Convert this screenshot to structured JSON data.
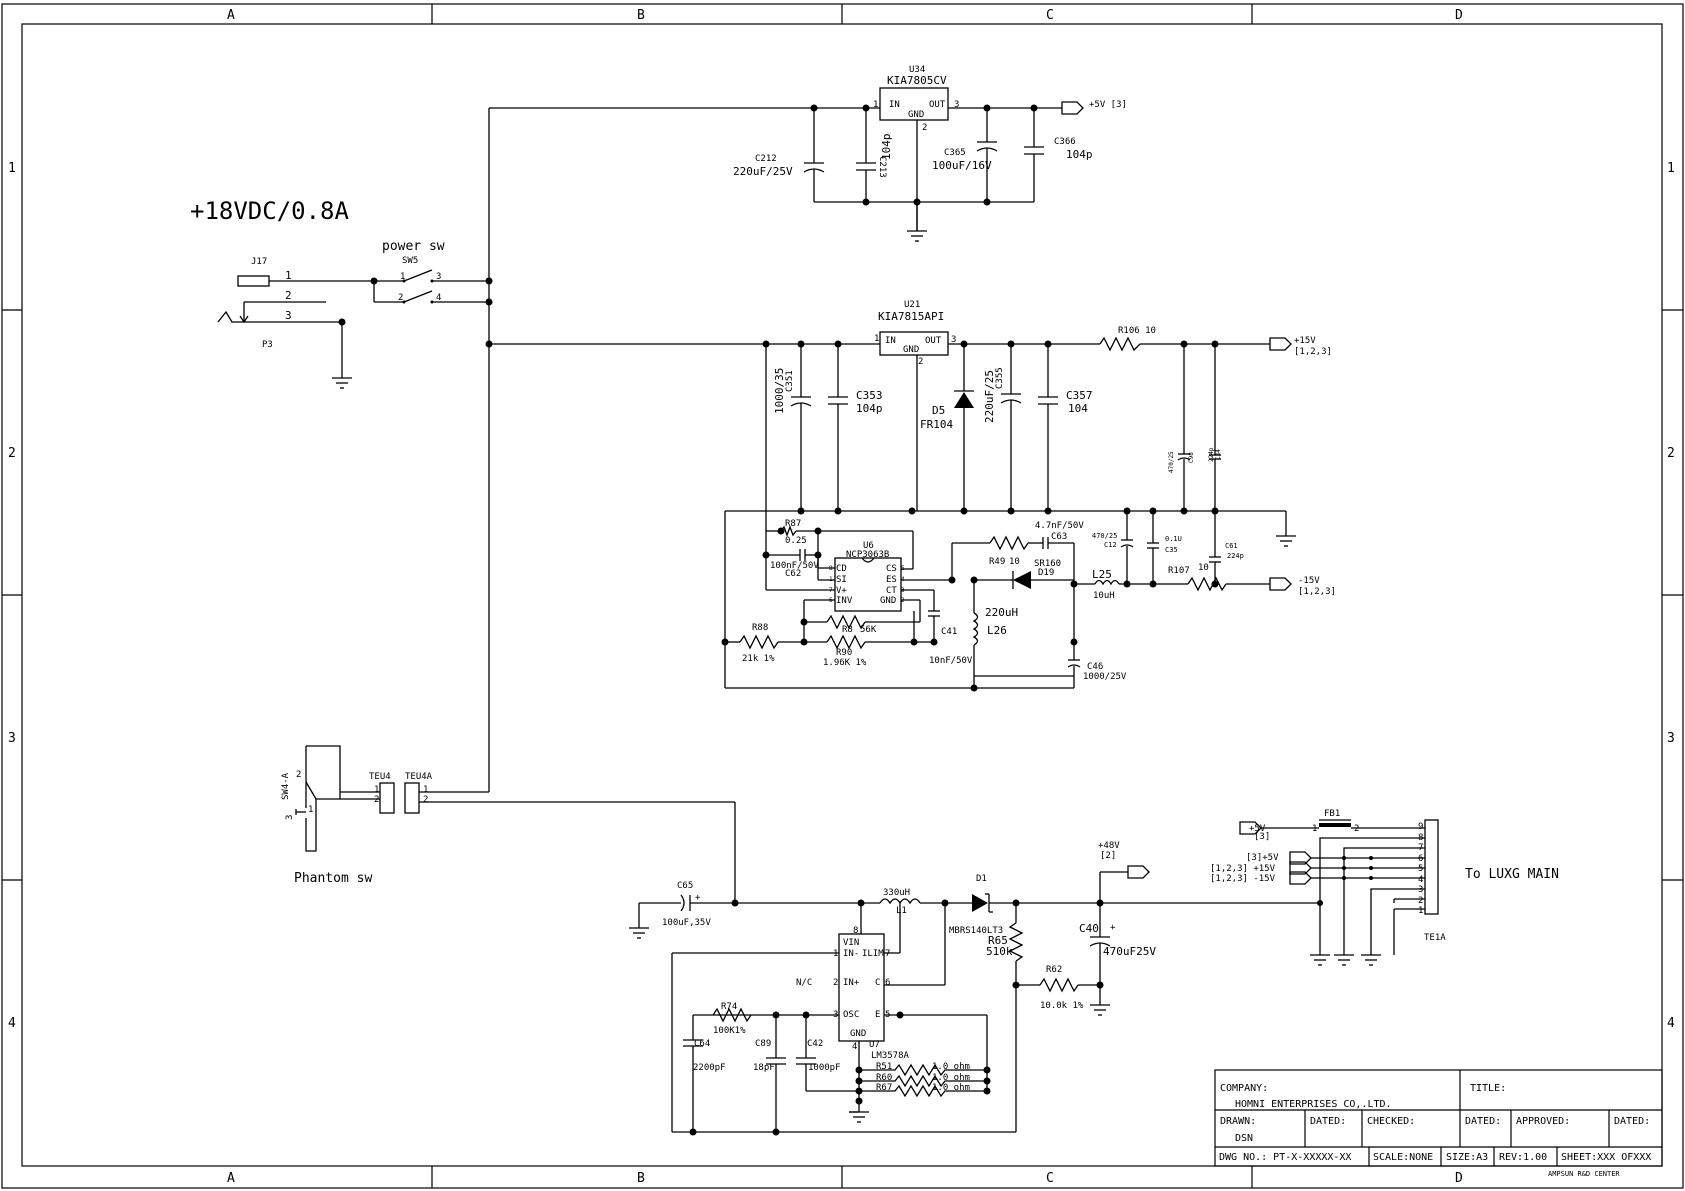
{
  "frame": {
    "columns": [
      "A",
      "B",
      "C",
      "D"
    ],
    "rows": [
      "1",
      "2",
      "3",
      "4"
    ]
  },
  "heading": {
    "supply": "+18VDC/0.8A"
  },
  "power_switch": {
    "title": "power sw",
    "ref": "SW5",
    "pins": [
      "1",
      "3",
      "2",
      "4"
    ]
  },
  "jack": {
    "ref": "J17",
    "ref2": "P3",
    "pins": [
      "1",
      "2",
      "3"
    ]
  },
  "u34": {
    "ref": "U34",
    "part": "KIA7805CV",
    "in": "IN",
    "out": "OUT",
    "gnd": "GND",
    "pin_in": "1",
    "pin_out": "3",
    "pin_gnd": "2",
    "c212_ref": "C212",
    "c212_val": "220uF/25V",
    "c213_ref": "C213",
    "c213_val": "104p",
    "c365_ref": "C365",
    "c365_val": "100uF/16V",
    "c366_ref": "C366",
    "c366_val": "104p",
    "out_port": "+5V [3]"
  },
  "u21": {
    "ref": "U21",
    "part": "KIA7815API",
    "in": "IN",
    "out": "OUT",
    "gnd": "GND",
    "pin_in": "1",
    "pin_out": "3",
    "pin_gnd": "2",
    "c351_ref": "C351",
    "c351_val": "1000/35",
    "c353_ref": "C353",
    "c353_val": "104p",
    "d5_ref": "D5",
    "d5_val": "FR104",
    "c355_ref": "C355",
    "c355_val": "220uF/25",
    "c357_ref": "C357",
    "c357_val": "104",
    "r106": "R106 10",
    "c98_val": "470/25",
    "c98_ref": "C98",
    "c34_val": "224p",
    "c34_ref": "C34",
    "out_port": "+15V",
    "out_sheets": "[1,2,3]"
  },
  "u6": {
    "ref": "U6",
    "part": "NCP3063B",
    "pins": [
      "CD",
      "SI",
      "V+",
      "INV",
      "CS",
      "ES",
      "CT",
      "GND"
    ],
    "pin_nums": [
      "8",
      "1",
      "7",
      "6",
      "5",
      "4",
      "3",
      "2"
    ],
    "r87_ref": "R87",
    "r87_val": "0.25",
    "c62_val": "100nF/50V",
    "c62_ref": "C62",
    "c63_val": "4.7nF/50V",
    "c63_ref": "C63",
    "r49": "R49",
    "r49_val": "10",
    "d19_ref": "SR160",
    "d19_val": "D19",
    "c12_val": "470/25",
    "c12_ref": "C12",
    "c35_val": "0.1U",
    "c35_ref": "C35",
    "c61_ref": "C61",
    "c61_val": "224p",
    "l25_ref": "L25",
    "l25_val": "10uH",
    "r107": "R107",
    "r107_val": "10",
    "l26_val": "220uH",
    "l26_ref": "L26",
    "c41_ref": "C41",
    "c41_val": "10nF/50V",
    "c46_ref": "C46",
    "c46_val": "1000/25V",
    "r88_ref": "R88",
    "r88_val": "21k 1%",
    "r8_ref": "R8",
    "r8_val": "56K",
    "r90_ref": "R90",
    "r90_val": "1.96K 1%",
    "out_port": "-15V",
    "out_sheets": "[1,2,3]"
  },
  "phantom": {
    "sw_ref": "SW4-A",
    "sw_pins": [
      "2",
      "3",
      "1"
    ],
    "teu4": "TEU4",
    "teu4a": "TEU4A",
    "teu_pins": [
      "1",
      "2"
    ],
    "label": "Phantom sw"
  },
  "u7": {
    "ref": "U7",
    "part": "LM3578A",
    "pins": [
      "VIN",
      "IN-",
      "ILIM",
      "IN+",
      "C",
      "OSC",
      "E",
      "GND"
    ],
    "pin_nums": [
      "8",
      "1",
      "7",
      "2",
      "6",
      "3",
      "5",
      "4"
    ],
    "nc": "N/C",
    "c65_ref": "C65",
    "c65_val": "100uF,35V",
    "l1_val": "330uH",
    "l1_ref": "L1",
    "d1_ref": "D1",
    "d1_val": "MBRS140LT3",
    "r65_ref": "R65",
    "r65_val": "510k",
    "r62_ref": "R62",
    "r62_val": "10.0k 1%",
    "c40_ref": "C40",
    "c40_val": "470uF25V",
    "r74_ref": "R74",
    "r74_val": "100K1%",
    "c64_ref": "C64",
    "c64_val": "2200pF",
    "c89_ref": "C89",
    "c89_val": "18pF",
    "c42_ref": "C42",
    "c42_val": "1000pF",
    "r51": "R51",
    "r60": "R60",
    "r67": "R67",
    "r_val": "1.0  ohm",
    "out_port": "+48V",
    "out_sheet": "[2]"
  },
  "connector": {
    "p5v": "+5V",
    "p5v_sheet": "[3]",
    "fb1": "FB1",
    "fb_pins": [
      "1",
      "2"
    ],
    "in_5v": "[3]+5V",
    "in_15v": "[1,2,3] +15V",
    "in_m15v": "[1,2,3] -15V",
    "pins": [
      "9",
      "8",
      "7",
      "6",
      "5",
      "4",
      "3",
      "2",
      "1"
    ],
    "ref": "TE1A",
    "dest": "To LUXG MAIN"
  },
  "title_block": {
    "company_label": "COMPANY:",
    "company": "HOMNI ENTERPRISES CO,.LTD.",
    "title_label": "TITLE:",
    "drawn_label": "DRAWN:",
    "drawn": "DSN",
    "dated_label": "DATED:",
    "checked_label": "CHECKED:",
    "approved_label": "APPROVED:",
    "dwg": "DWG NO.: PT-X-XXXXX-XX",
    "scale": "SCALE:NONE",
    "size": "SIZE:A3",
    "rev": "REV:1.00",
    "sheet": "SHEET:XXX OFXXX",
    "center": "AMPSUN R&D CENTER"
  }
}
